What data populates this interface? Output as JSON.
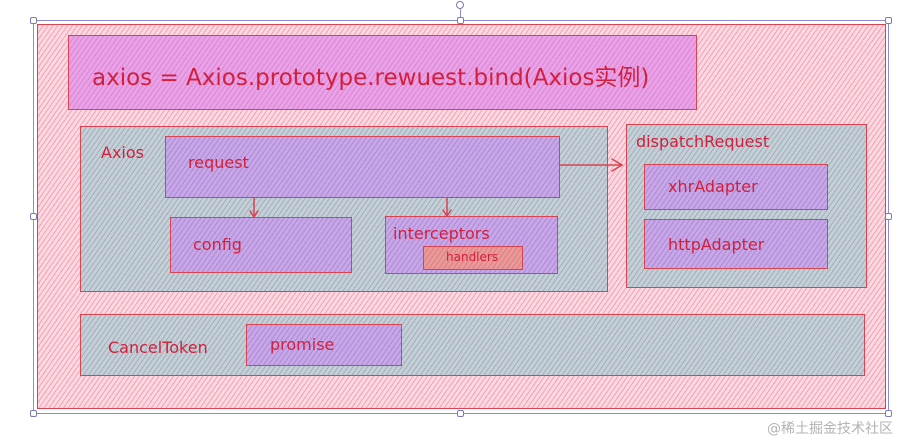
{
  "diagram": {
    "title_formula": "axios = Axios.prototype.rewuest.bind(Axios实例)",
    "axios_group": {
      "label": "Axios",
      "request": "request",
      "config": "config",
      "interceptors": "interceptors",
      "handlers": "handlers"
    },
    "dispatch_group": {
      "label": "dispatchRequest",
      "xhr": "xhrAdapter",
      "http": "httpAdapter"
    },
    "cancel_group": {
      "label": "CancelToken",
      "promise": "promise"
    }
  },
  "watermark": "@稀土掘金技术社区",
  "colors": {
    "stroke": "#d94452",
    "text": "#d21f3c",
    "outer_fill": "#fbd9e1",
    "panel_fill": "#c7cfd6",
    "node_fill": "#c7a8e6",
    "title_fill": "#e7a3e4",
    "handlers_fill": "#e79a9a",
    "selection": "#8a8ae0"
  }
}
